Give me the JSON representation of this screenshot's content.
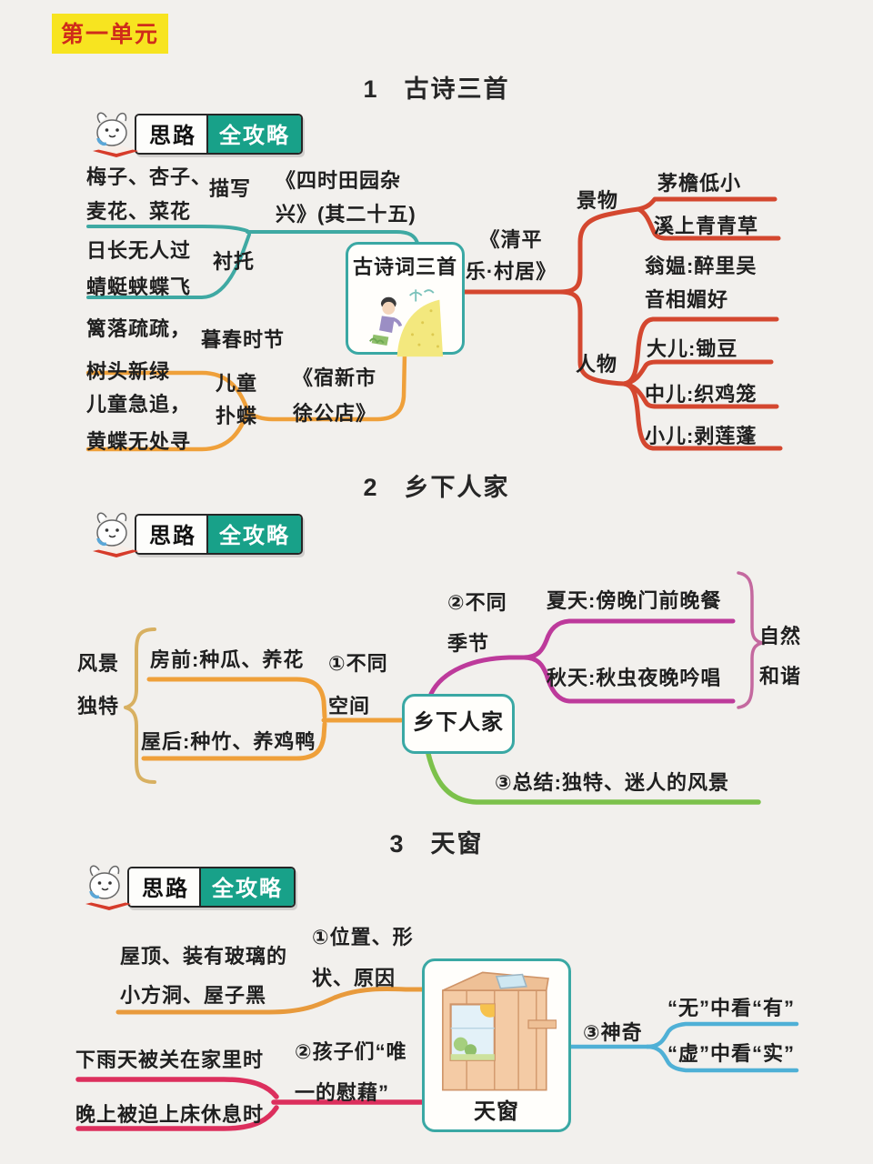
{
  "page": {
    "unit_badge": "第一单元",
    "background": "#f2f0ed"
  },
  "badge": {
    "mascot_icon": "rabbit-mascot-icon",
    "silu": "思路",
    "quangonglue": "全攻略"
  },
  "sections": {
    "s1": {
      "num": "1",
      "title": "古诗三首"
    },
    "s2": {
      "num": "2",
      "title": "乡下人家"
    },
    "s3": {
      "num": "3",
      "title": "天窗"
    }
  },
  "map1": {
    "center": "古诗词三首",
    "leaf1": "梅子、杏子、\n麦花、菜花",
    "label1": "描写",
    "leaf2": "日长无人过\n蜻蜓蛱蝶飞",
    "label2": "衬托",
    "poem1": "《四时田园杂\n兴》(其二十五)",
    "label3": "暮春时节",
    "leaf3": "篱落疏疏，\n树头新绿",
    "label4": "儿童\n扑蝶",
    "leaf4": "儿童急追，\n黄蝶无处寻",
    "poem2": "《宿新市\n徐公店》",
    "poem3": "《清平\n乐·村居》",
    "jingwu_label": "景物",
    "jingwu1": "茅檐低小",
    "jingwu2": "溪上青青草",
    "renwu_label": "人物",
    "renwu1": "翁媪:醉里吴\n音相媚好",
    "renwu2": "大儿:锄豆",
    "renwu3": "中儿:织鸡笼",
    "renwu4": "小儿:剥莲蓬"
  },
  "map2": {
    "center": "乡下人家",
    "root": "风景\n独特",
    "space_label": "①不同\n空间",
    "space1": "房前:种瓜、养花",
    "space2": "屋后:种竹、养鸡鸭",
    "season_label": "②不同\n季节",
    "season1": "夏天:傍晚门前晚餐",
    "season2": "秋天:秋虫夜晚吟唱",
    "harmony": "自然\n和谐",
    "summary": "③总结:独特、迷人的风景"
  },
  "map3": {
    "center": "天窗",
    "pos_label": "①位置、形\n状、原因",
    "pos_leaf": "屋顶、装有玻璃的\n小方洞、屋子黑",
    "comfort_label": "②孩子们“唯\n一的慰藉”",
    "comfort1": "下雨天被关在家里时",
    "comfort2": "晚上被迫上床休息时",
    "magic_label": "③神奇",
    "magic1": "“无”中看“有”",
    "magic2": "“虚”中看“实”"
  },
  "colors": {
    "teal_branch": "#3fa9a3",
    "orange_branch": "#efa03a",
    "red_branch": "#d4472f",
    "magenta_branch": "#bd3a9b",
    "green_branch": "#7cc14b",
    "crimson_branch": "#dc2f5d",
    "blue_branch": "#4fb0d6",
    "tan_brace": "#d8b061",
    "pink_brace": "#c4699f",
    "badge_teal": "#18a189",
    "unit_badge_bg": "#f7e420",
    "unit_badge_text": "#cf2c1a",
    "box_border_teal": "#3aa8a4"
  }
}
